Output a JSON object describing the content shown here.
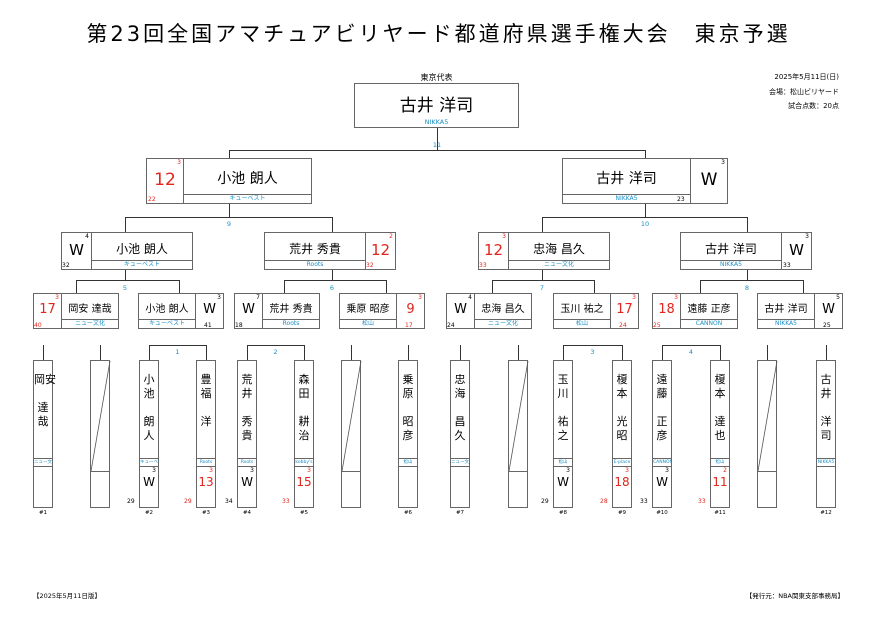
{
  "header": {
    "title": "第23回全国アマチュアビリヤード都道府県選手権大会　東京予選",
    "date": "2025年5月11日(日)",
    "venue": "会場：松山ビリヤード",
    "target": "試合点数：20点"
  },
  "champion": {
    "label": "東京代表",
    "name": "古井 洋司",
    "team": "NIKKA5"
  },
  "final": {
    "match": "11",
    "left": {
      "name": "小池 朗人",
      "team": "キューベスト",
      "score": "12",
      "rank": "3",
      "side": "22"
    },
    "right": {
      "name": "古井 洋司",
      "team": "NIKKA5",
      "score": "W",
      "rank": "3",
      "side": "23"
    }
  },
  "semis": {
    "left": {
      "match": "9",
      "a": {
        "name": "小池 朗人",
        "team": "キューベスト",
        "score": "W",
        "rank": "4",
        "side": "32"
      },
      "b": {
        "name": "荒井 秀貴",
        "team": "Roots",
        "score": "12",
        "rank": "2",
        "side": "32"
      }
    },
    "right": {
      "match": "10",
      "a": {
        "name": "忠海 昌久",
        "team": "ニュー文化",
        "score": "12",
        "rank": "3",
        "side": "33"
      },
      "b": {
        "name": "古井 洋司",
        "team": "NIKKA5",
        "score": "W",
        "rank": "3",
        "side": "33"
      }
    }
  },
  "quarters": [
    {
      "match": "5",
      "a": {
        "name": "岡安 達哉",
        "team": "ニュー文化",
        "score": "17",
        "rank": "3",
        "side": "40"
      },
      "b": {
        "name": "小池 朗人",
        "team": "キューベスト",
        "score": "W",
        "rank": "3",
        "side": "41"
      }
    },
    {
      "match": "6",
      "a": {
        "name": "荒井 秀貴",
        "team": "Roots",
        "score": "W",
        "rank": "7",
        "side": "18"
      },
      "b": {
        "name": "乗原 昭彦",
        "team": "松山",
        "score": "9",
        "rank": "3",
        "side": "17"
      }
    },
    {
      "match": "7",
      "a": {
        "name": "忠海 昌久",
        "team": "ニュー文化",
        "score": "W",
        "rank": "4",
        "side": "24"
      },
      "b": {
        "name": "玉川 祐之",
        "team": "松山",
        "score": "17",
        "rank": "3",
        "side": "24"
      }
    },
    {
      "match": "8",
      "a": {
        "name": "遠藤 正彦",
        "team": "CANNON",
        "score": "18",
        "rank": "3",
        "side": "25"
      },
      "b": {
        "name": "古井 洋司",
        "team": "NIKKA5",
        "score": "W",
        "rank": "5",
        "side": "25"
      }
    }
  ],
  "round1_matches": [
    "1",
    "2",
    "3",
    "4"
  ],
  "players": [
    {
      "name": "岡安\n\n達\n哉",
      "team": "ニュー文化",
      "score": "",
      "rank": "",
      "left": "",
      "num": "#1"
    },
    {
      "name": "",
      "team": "",
      "score": "",
      "rank": "",
      "left": "",
      "num": "#2"
    },
    {
      "name": "小\n池\n\n朗\n人",
      "team": "キューベスト",
      "score": "W",
      "rank": "3",
      "left": "29",
      "num": "#2"
    },
    {
      "name": "豊\n福\n\n洋",
      "team": "Roots",
      "score": "13",
      "rank": "3",
      "left": "29",
      "num": "#3"
    },
    {
      "name": "荒\n井\n\n秀\n貴",
      "team": "Roots",
      "score": "W",
      "rank": "3",
      "left": "34",
      "num": "#4"
    },
    {
      "name": "森\n田\n\n耕\n治",
      "team": "kobby's",
      "score": "15",
      "rank": "3",
      "left": "33",
      "num": "#5"
    },
    {
      "name": "",
      "team": "",
      "score": "",
      "rank": "",
      "left": "",
      "num": "#6"
    },
    {
      "name": "乗\n原\n\n昭\n彦",
      "team": "松山",
      "score": "",
      "rank": "",
      "left": "",
      "num": "#6"
    },
    {
      "name": "忠\n海\n\n昌\n久",
      "team": "ニュー文化",
      "score": "",
      "rank": "",
      "left": "",
      "num": "#7"
    },
    {
      "name": "",
      "team": "",
      "score": "",
      "rank": "",
      "left": "",
      "num": "#7"
    },
    {
      "name": "玉\n川\n\n祐\n之",
      "team": "松山",
      "score": "W",
      "rank": "3",
      "left": "29",
      "num": "#8"
    },
    {
      "name": "榎\n本\n\n光\n昭",
      "team": "E-place",
      "score": "18",
      "rank": "3",
      "left": "28",
      "num": "#9"
    },
    {
      "name": "遠\n藤\n\n正\n彦",
      "team": "CANNON",
      "score": "W",
      "rank": "3",
      "left": "33",
      "num": "#10"
    },
    {
      "name": "榎\n本\n\n達\n也",
      "team": "松山",
      "score": "11",
      "rank": "2",
      "left": "33",
      "num": "#11"
    },
    {
      "name": "",
      "team": "",
      "score": "",
      "rank": "",
      "left": "",
      "num": "#12"
    },
    {
      "name": "古\n井\n\n洋\n司",
      "team": "NIKKA5",
      "score": "",
      "rank": "",
      "left": "",
      "num": "#12"
    }
  ],
  "footer": {
    "left": "【2025年5月11日版】",
    "right": "【発行元：NBA関東支部事務局】"
  },
  "colors": {
    "win_text": "#000000",
    "loss_score": "#e0261e",
    "team_text": "#1a8fc4",
    "line": "#333333"
  }
}
